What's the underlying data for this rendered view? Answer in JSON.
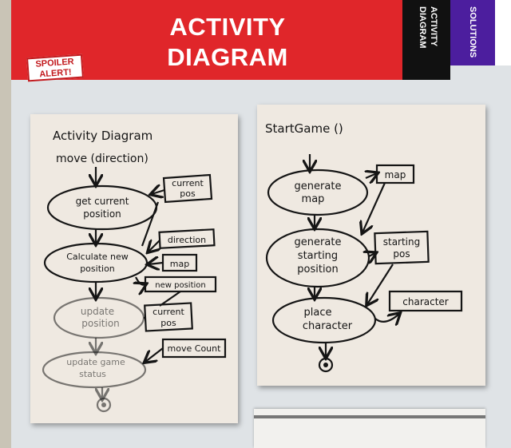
{
  "header": {
    "title_line1": "ACTIVITY",
    "title_line2": "DIAGRAM",
    "badge_line1": "SPOILER",
    "badge_line2": "ALERT!",
    "tab_activity_line1": "ACTIVITY",
    "tab_activity_line2": "DIAGRAM",
    "tab_solutions": "SOLUTIONS"
  },
  "colors": {
    "banner": "#e0262a",
    "tab_activity": "#111111",
    "tab_solutions": "#4c1e9e",
    "ink": "#151515"
  },
  "left_card": {
    "heading1": "Activity Diagram",
    "heading2": "move (direction)",
    "activities": [
      [
        "get current",
        "position"
      ],
      [
        "Calculate new",
        "position"
      ],
      [
        "update",
        "position"
      ],
      [
        "update game",
        "status"
      ]
    ],
    "objects": [
      [
        "current",
        "pos"
      ],
      [
        "direction"
      ],
      [
        "map"
      ],
      [
        "new position"
      ],
      [
        "current",
        "pos"
      ],
      [
        "move Count"
      ]
    ]
  },
  "right_card": {
    "heading": "StartGame ()",
    "activities": [
      [
        "generate",
        "map"
      ],
      [
        "generate",
        "starting",
        "position"
      ],
      [
        "place",
        "character"
      ]
    ],
    "objects": [
      [
        "map"
      ],
      [
        "starting",
        "pos"
      ],
      [
        "character"
      ]
    ]
  }
}
